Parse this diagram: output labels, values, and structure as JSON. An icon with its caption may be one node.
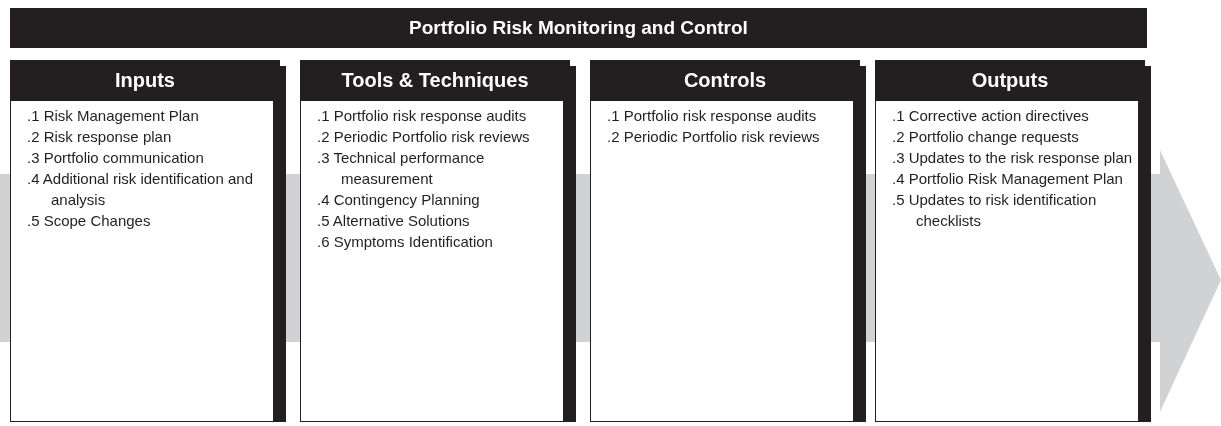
{
  "diagram": {
    "title": "Portfolio Risk Monitoring and Control",
    "nodes": [
      {
        "text": [
          "Inputs",
          ".1 Risk Management Plan",
          ".2 Risk response plan",
          ".3 Portfolio communication",
          ".4 Additional risk identification and analysis",
          ".5 Scope Changes"
        ]
      },
      {
        "text": [
          "Tools & Techniques",
          ".1 Portfolio risk response audits",
          ".2 Periodic Portfolio risk reviews",
          ".3 Technical performance measurement",
          ".4 Contingency Planning",
          ".5 Alternative Solutions",
          ".6 Symptoms Identification"
        ]
      },
      {
        "text": [
          "Controls",
          ".1 Portfolio risk response audits",
          ".2 Periodic Portfolio risk reviews"
        ]
      },
      {
        "text": [
          "Outputs",
          ".1 Corrective action directives",
          ".2 Portfolio change requests",
          ".3 Updates to the risk response plan",
          ".4 Portfolio Risk Management Plan",
          ".5 Updates to risk identification checklists"
        ]
      }
    ]
  }
}
